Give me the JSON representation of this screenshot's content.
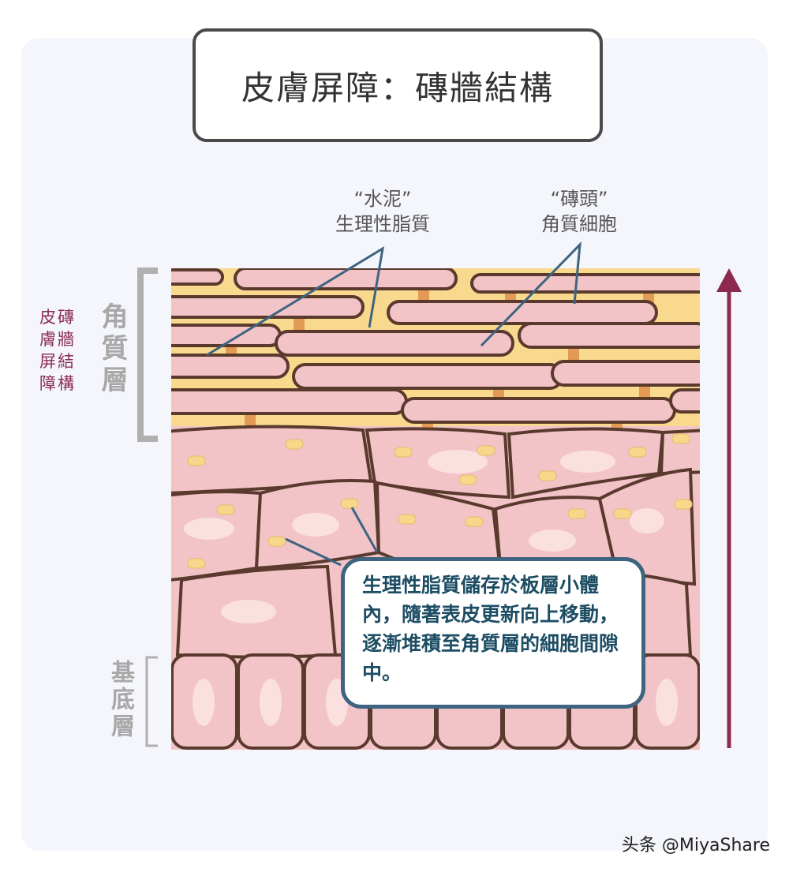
{
  "title": "皮膚屏障：磚牆結構",
  "labels": {
    "mortar_quote": "“水泥”",
    "mortar_name": "生理性脂質",
    "brick_quote": "“磚頭”",
    "brick_name": "角質細胞",
    "stratum_corneum": "角質層",
    "basal_layer": "基底層",
    "side_note": "皮磚膚牆屏結障構"
  },
  "callout": {
    "text": "生理性脂質儲存於板層小體內，隨著表皮更新向上移動，逐漸堆積至角質層的細胞間隙中。"
  },
  "watermark": "头条 @MiyaShare",
  "colors": {
    "cell": "#f2c4c8",
    "lipid": "#f9d98e",
    "outline": "#5b3a2e",
    "arrow": "#8b2a4e",
    "callout_border": "#3e6480",
    "side_text": "#8a2c55"
  }
}
